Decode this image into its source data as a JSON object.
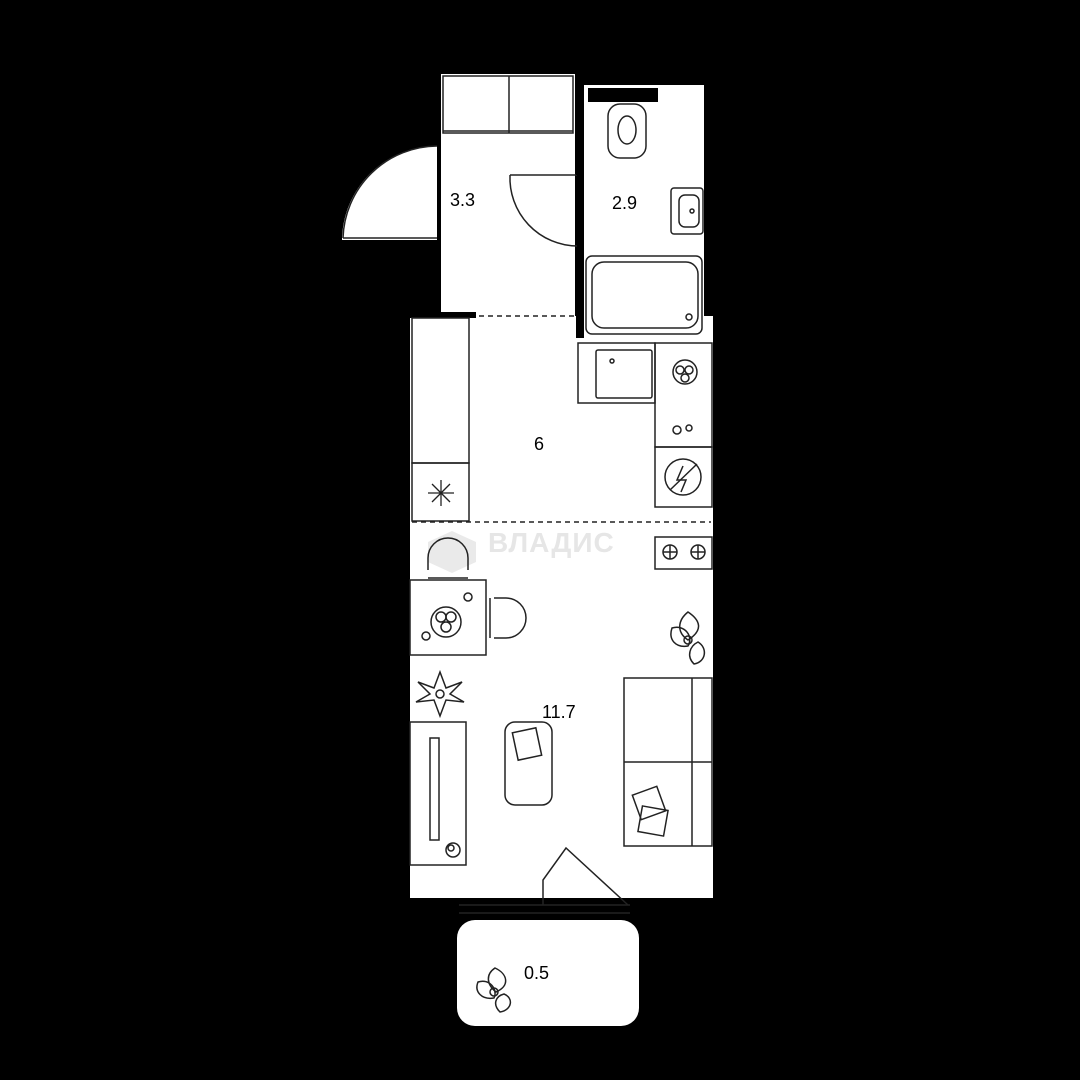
{
  "plan": {
    "rooms": [
      {
        "id": "hall",
        "area": "3.3"
      },
      {
        "id": "bathroom",
        "area": "2.9"
      },
      {
        "id": "kitchen",
        "area": "6"
      },
      {
        "id": "living",
        "area": "11.7"
      },
      {
        "id": "balcony",
        "area": "0.5"
      }
    ],
    "watermark": "ВЛАДИС",
    "colors": {
      "background": "#000000",
      "wall": "#000000",
      "floor": "#ffffff",
      "line": "#222222",
      "watermark": "#e6e6e6"
    }
  }
}
